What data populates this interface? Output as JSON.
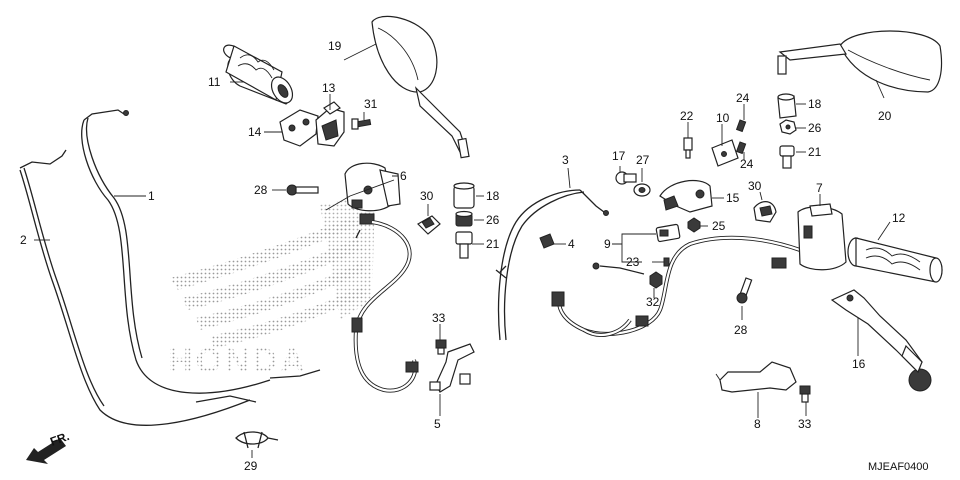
{
  "diagram": {
    "code": "MJEAF0400",
    "direction_label": "FR.",
    "watermark_text": "HONDA",
    "callouts": {
      "c1": "1",
      "c2": "2",
      "c3": "3",
      "c4": "4",
      "c5": "5",
      "c6": "6",
      "c7": "7",
      "c8": "8",
      "c9": "9",
      "c10": "10",
      "c11": "11",
      "c12": "12",
      "c13": "13",
      "c14": "14",
      "c15": "15",
      "c16": "16",
      "c17": "17",
      "c18a": "18",
      "c18b": "18",
      "c19": "19",
      "c20": "20",
      "c21a": "21",
      "c21b": "21",
      "c22": "22",
      "c23": "23",
      "c24a": "24",
      "c24b": "24",
      "c25": "25",
      "c26a": "26",
      "c26b": "26",
      "c27": "27",
      "c28a": "28",
      "c28b": "28",
      "c29": "29",
      "c30a": "30",
      "c30b": "30",
      "c31": "31",
      "c32": "32",
      "c33a": "33",
      "c33b": "33"
    }
  }
}
